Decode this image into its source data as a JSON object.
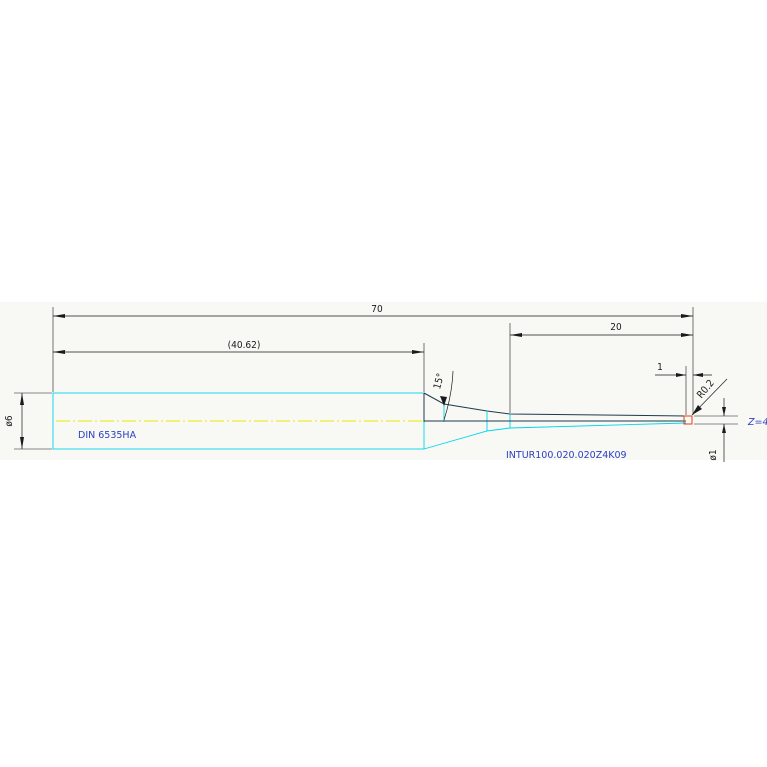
{
  "dimensions": {
    "overall_length": "70",
    "shank_length": "(40.62)",
    "tip_length": "20",
    "tip_step": "1",
    "corner_radius": "R0.2",
    "taper_angle": "15°",
    "shank_diameter": "ø6",
    "tip_diameter": "ø1"
  },
  "labels": {
    "shank_standard": "DIN 6535HA",
    "part_code": "INTUR100.020.020Z4K09",
    "flutes": "Z=4"
  },
  "colors": {
    "background_band": "#f8f8f4",
    "outline": "#00d6f0",
    "centerline": "#e8e800",
    "dimension": "#1a1a1a",
    "annotation": "#2a3fc2",
    "tip_marker": "#e0401a"
  }
}
